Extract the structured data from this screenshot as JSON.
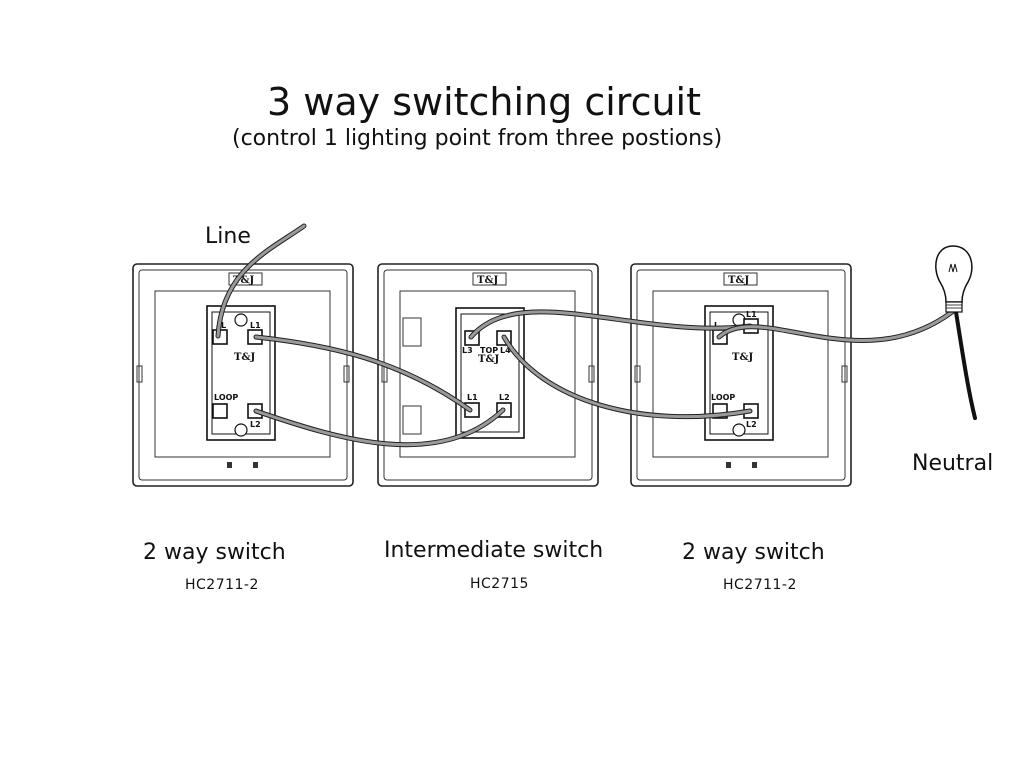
{
  "title": "3 way switching circuit",
  "subtitle": "(control 1 lighting point from three postions)",
  "labels": {
    "line": "Line",
    "neutral": "Neutral"
  },
  "switches": [
    {
      "name": "2 way switch",
      "model": "HC2711-2"
    },
    {
      "name": "Intermediate switch",
      "model": "HC2715"
    },
    {
      "name": "2 way switch",
      "model": "HC2711-2"
    }
  ],
  "brand": "T&J",
  "terminals": {
    "two_way": [
      "L",
      "L1",
      "L2",
      "LOOP"
    ],
    "intermediate": [
      "L3",
      "TOP",
      "L4",
      "L1",
      "L2"
    ]
  },
  "icons": [
    "light-bulb-icon"
  ]
}
